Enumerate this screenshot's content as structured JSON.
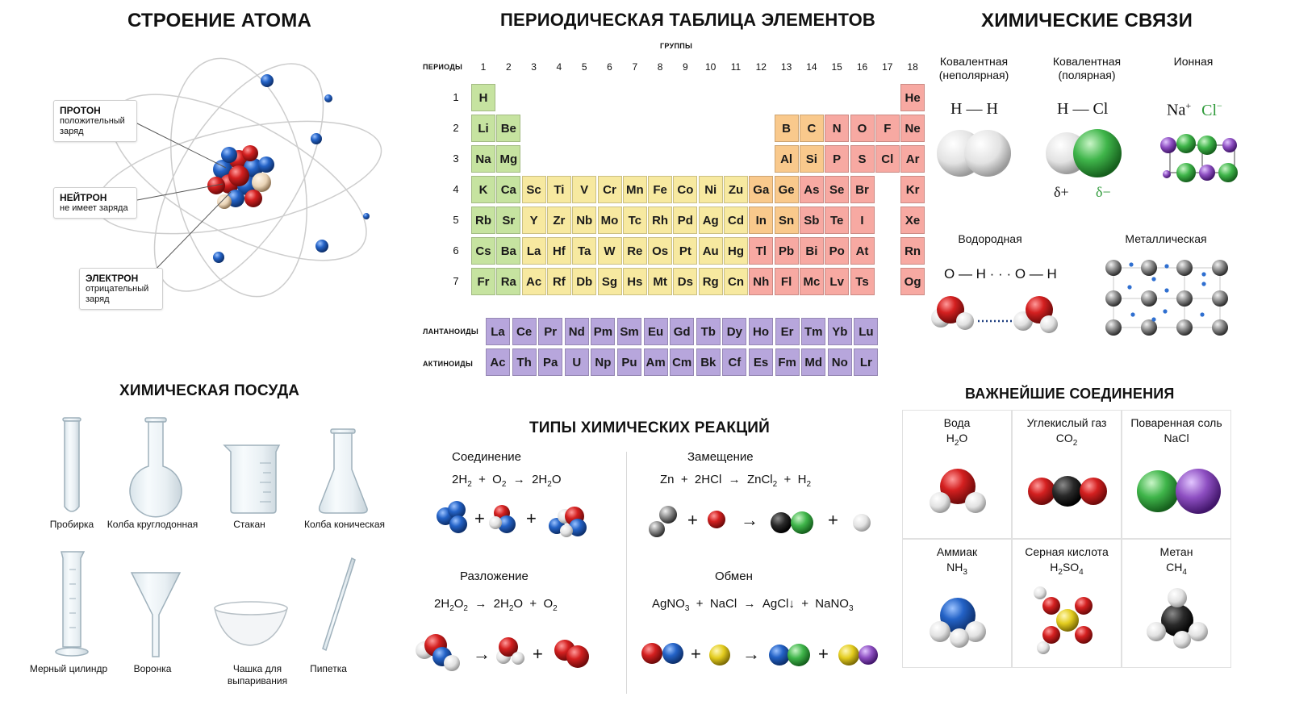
{
  "titles": {
    "atom": "СТРОЕНИЕ АТОМА",
    "table": "ПЕРИОДИЧЕСКАЯ ТАБЛИЦА ЭЛЕМЕНТОВ",
    "bonds": "ХИМИЧЕСКИЕ СВЯЗИ",
    "glass": "ХИМИЧЕСКАЯ ПОСУДА",
    "reactions": "ТИПЫ ХИМИЧЕСКИХ РЕАКЦИЙ",
    "compounds": "ВАЖНЕЙШИЕ СОЕДИНЕНИЯ"
  },
  "atom": {
    "proton": {
      "name": "ПРОТОН",
      "desc": "положительный заряд"
    },
    "neutron": {
      "name": "НЕЙТРОН",
      "desc": "не имеет заряда"
    },
    "electron": {
      "name": "ЭЛЕКТРОН",
      "desc": "отрицательный заряд"
    }
  },
  "table": {
    "groups_label": "ГРУППЫ",
    "periods_label": "ПЕРИОДЫ",
    "lanthanides_label": "ЛАНТАНОИДЫ",
    "actinides_label": "АКТИНОИДЫ",
    "groups": [
      "1",
      "2",
      "3",
      "4",
      "5",
      "6",
      "7",
      "8",
      "9",
      "10",
      "11",
      "12",
      "13",
      "14",
      "15",
      "16",
      "17",
      "18"
    ],
    "periods": [
      "1",
      "2",
      "3",
      "4",
      "5",
      "6",
      "7"
    ],
    "colors": {
      "g": "#c6e3a0",
      "y": "#f7e9a0",
      "o": "#f9c98c",
      "r": "#f7a9a2",
      "p": "#b7a6dc"
    },
    "rows": [
      [
        "H",
        "",
        "",
        "",
        "",
        "",
        "",
        "",
        "",
        "",
        "",
        "",
        "",
        "",
        "",
        "",
        "",
        "He"
      ],
      [
        "Li",
        "Be",
        "",
        "",
        "",
        "",
        "",
        "",
        "",
        "",
        "",
        "",
        "B",
        "C",
        "N",
        "O",
        "F",
        "Ne"
      ],
      [
        "Na",
        "Mg",
        "",
        "",
        "",
        "",
        "",
        "",
        "",
        "",
        "",
        "",
        "Al",
        "Si",
        "P",
        "S",
        "Cl",
        "Ar"
      ],
      [
        "K",
        "Ca",
        "Sc",
        "Ti",
        "V",
        "Cr",
        "Mn",
        "Fe",
        "Co",
        "Ni",
        "Zu",
        "Ga",
        "Ge",
        "As",
        "Se",
        "Br",
        "Kr"
      ],
      [
        "Rb",
        "Sr",
        "Y",
        "Zr",
        "Nb",
        "Mo",
        "Tc",
        "Rh",
        "Pd",
        "Ag",
        "Cd",
        "In",
        "Sn",
        "Sb",
        "Te",
        "I",
        "Xe"
      ],
      [
        "Cs",
        "Ba",
        "La",
        "Hf",
        "Ta",
        "W",
        "Re",
        "Os",
        "Pt",
        "Au",
        "Hg",
        "Tl",
        "Pb",
        "Bi",
        "Po",
        "At",
        "Rn"
      ],
      [
        "Fr",
        "Ra",
        "Ac",
        "Rf",
        "Db",
        "Sg",
        "Hs",
        "Mt",
        "Ds",
        "Rg",
        "Cn",
        "Nh",
        "Fl",
        "Mc",
        "Lv",
        "Ts",
        "Og"
      ]
    ],
    "lanthanides": [
      "La",
      "Ce",
      "Pr",
      "Nd",
      "Pm",
      "Sm",
      "Eu",
      "Gd",
      "Tb",
      "Dy",
      "Ho",
      "Er",
      "Tm",
      "Yb",
      "Lu"
    ],
    "actinides": [
      "Ac",
      "Th",
      "Pa",
      "U",
      "Np",
      "Pu",
      "Am",
      "Cm",
      "Bk",
      "Cf",
      "Es",
      "Fm",
      "Md",
      "No",
      "Lr"
    ]
  },
  "glassware": [
    {
      "label": "Пробирка",
      "icon": "test-tube-icon"
    },
    {
      "label": "Колба круглодонная",
      "icon": "round-flask-icon"
    },
    {
      "label": "Стакан",
      "icon": "beaker-icon"
    },
    {
      "label": "Колба коническая",
      "icon": "conical-flask-icon"
    },
    {
      "label": "Мерный цилиндр",
      "icon": "graduated-cylinder-icon"
    },
    {
      "label": "Воронка",
      "icon": "funnel-icon"
    },
    {
      "label": "Чашка для выпаривания",
      "icon": "evaporating-dish-icon"
    },
    {
      "label": "Пипетка",
      "icon": "pipette-icon"
    }
  ],
  "reactions": {
    "synthesis": {
      "name": "Соединение",
      "eq": "2H<sub>2</sub> + O<sub>2</sub> → 2H<sub>2</sub>O"
    },
    "substitution": {
      "name": "Замещение",
      "eq": "Zn + 2HCl → ZnCl<sub>2</sub> + H<sub>2</sub>"
    },
    "decomposition": {
      "name": "Разложение",
      "eq": "2H<sub>2</sub>O<sub>2</sub> → 2H<sub>2</sub>O + O<sub>2</sub>"
    },
    "exchange": {
      "name": "Обмен",
      "eq": "AgNO<sub>3</sub> + NaCl → AgCl↓ + NaNO<sub>3</sub>"
    }
  },
  "bonds": {
    "covalent_nonpolar": {
      "name": "Ковалентная (неполярная)",
      "formula": "H — H"
    },
    "covalent_polar": {
      "name": "Ковалентная (полярная)",
      "formula": "H — Cl",
      "delta_plus": "δ+",
      "delta_minus": "δ−"
    },
    "ionic": {
      "name": "Ионная",
      "cation": "Na",
      "cation_charge": "+",
      "anion": "Cl",
      "anion_charge": "−"
    },
    "hydrogen": {
      "name": "Водородная",
      "formula": "O — H · · · O — H"
    },
    "metallic": {
      "name": "Металлическая"
    }
  },
  "compounds": [
    {
      "name": "Вода",
      "formula": "H<sub>2</sub>O"
    },
    {
      "name": "Углекислый газ",
      "formula": "CO<sub>2</sub>"
    },
    {
      "name": "Поваренная соль",
      "formula": "NaCl"
    },
    {
      "name": "Аммиак",
      "formula": "NH<sub>3</sub>"
    },
    {
      "name": "Серная кислота",
      "formula": "H<sub>2</sub>SO<sub>4</sub>"
    },
    {
      "name": "Метан",
      "formula": "CH<sub>4</sub>"
    }
  ],
  "atom_colors": {
    "H": "#e8e8e8",
    "O": "#d42020",
    "C": "#2a2a2a",
    "N": "#1f5fbf",
    "Cl": "#3fb54a",
    "Na": "#8e4fc2",
    "S": "#e3cc1e",
    "Zn": "#8a8a8a",
    "Ag": "#b0b0b0",
    "metal": "#8d8d8d"
  }
}
